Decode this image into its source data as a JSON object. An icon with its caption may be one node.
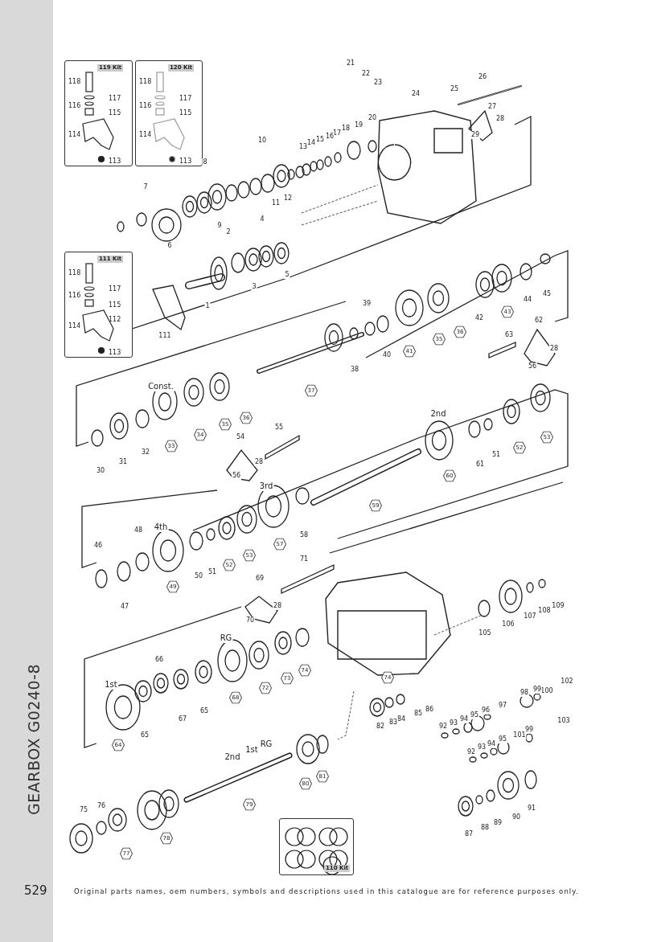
{
  "diagram": {
    "nodes": [
      {
        "text": [
          "119 Kit",
          "118",
          "117",
          "116",
          "115",
          "114",
          "113"
        ]
      },
      {
        "text": [
          "120 Kit",
          "118",
          "117",
          "116",
          "115",
          "114",
          "113"
        ]
      },
      {
        "text": [
          "111 Kit",
          "118",
          "117",
          "116",
          "115",
          "112",
          "114",
          "113"
        ]
      },
      {
        "text": [
          "110 Kit"
        ]
      },
      {
        "text": [
          "43"
        ]
      },
      {
        "text": [
          "36"
        ]
      },
      {
        "text": [
          "35"
        ]
      },
      {
        "text": [
          "41"
        ]
      },
      {
        "text": [
          "37"
        ]
      },
      {
        "text": [
          "36"
        ]
      },
      {
        "text": [
          "35"
        ]
      },
      {
        "text": [
          "34"
        ]
      },
      {
        "text": [
          "53"
        ]
      },
      {
        "text": [
          "33"
        ]
      },
      {
        "text": [
          "52"
        ]
      },
      {
        "text": [
          "60"
        ]
      },
      {
        "text": [
          "59"
        ]
      },
      {
        "text": [
          "57"
        ]
      },
      {
        "text": [
          "53"
        ]
      },
      {
        "text": [
          "52"
        ]
      },
      {
        "text": [
          "49"
        ]
      },
      {
        "text": [
          "74"
        ]
      },
      {
        "text": [
          "73"
        ]
      },
      {
        "text": [
          "74"
        ]
      },
      {
        "text": [
          "72"
        ]
      },
      {
        "text": [
          "68"
        ]
      },
      {
        "text": [
          "64"
        ]
      },
      {
        "text": [
          "81"
        ]
      },
      {
        "text": [
          "80"
        ]
      },
      {
        "text": [
          "79"
        ]
      },
      {
        "text": [
          "78"
        ]
      },
      {
        "text": [
          "77"
        ]
      }
    ],
    "labels": [
      "21",
      "22",
      "23",
      "24",
      "25",
      "26",
      "27",
      "28",
      "20",
      "19",
      "18",
      "17",
      "16",
      "15",
      "14",
      "13",
      "10",
      "29",
      "8",
      "7",
      "12",
      "11",
      "4",
      "9",
      "2",
      "6",
      "5",
      "3",
      "1",
      "39",
      "42",
      "44",
      "45",
      "62",
      "63",
      "111",
      "28",
      "40",
      "56",
      "38",
      "Const.",
      "2nd",
      "55",
      "54",
      "51",
      "28",
      "31",
      "32",
      "61",
      "30",
      "56",
      "3rd",
      "4th",
      "48",
      "58",
      "46",
      "71",
      "51",
      "50",
      "69",
      "109",
      "28",
      "47",
      "108",
      "107",
      "70",
      "106",
      "105",
      "RG",
      "66",
      "102",
      "1st",
      "100",
      "99",
      "98",
      "86",
      "97",
      "65",
      "85",
      "96",
      "67",
      "84",
      "103",
      "95",
      "83",
      "94",
      "82",
      "93",
      "99",
      "92",
      "65",
      "101",
      "RG",
      "95",
      "1st",
      "94",
      "93",
      "2nd",
      "92",
      "76",
      "91",
      "75",
      "90",
      "89",
      "88",
      "87",
      "GEARBOX G0240-8",
      "529",
      "Original parts names, oem numbers, symbols and descriptions used in this catalogue are for reference purposes only."
    ]
  }
}
